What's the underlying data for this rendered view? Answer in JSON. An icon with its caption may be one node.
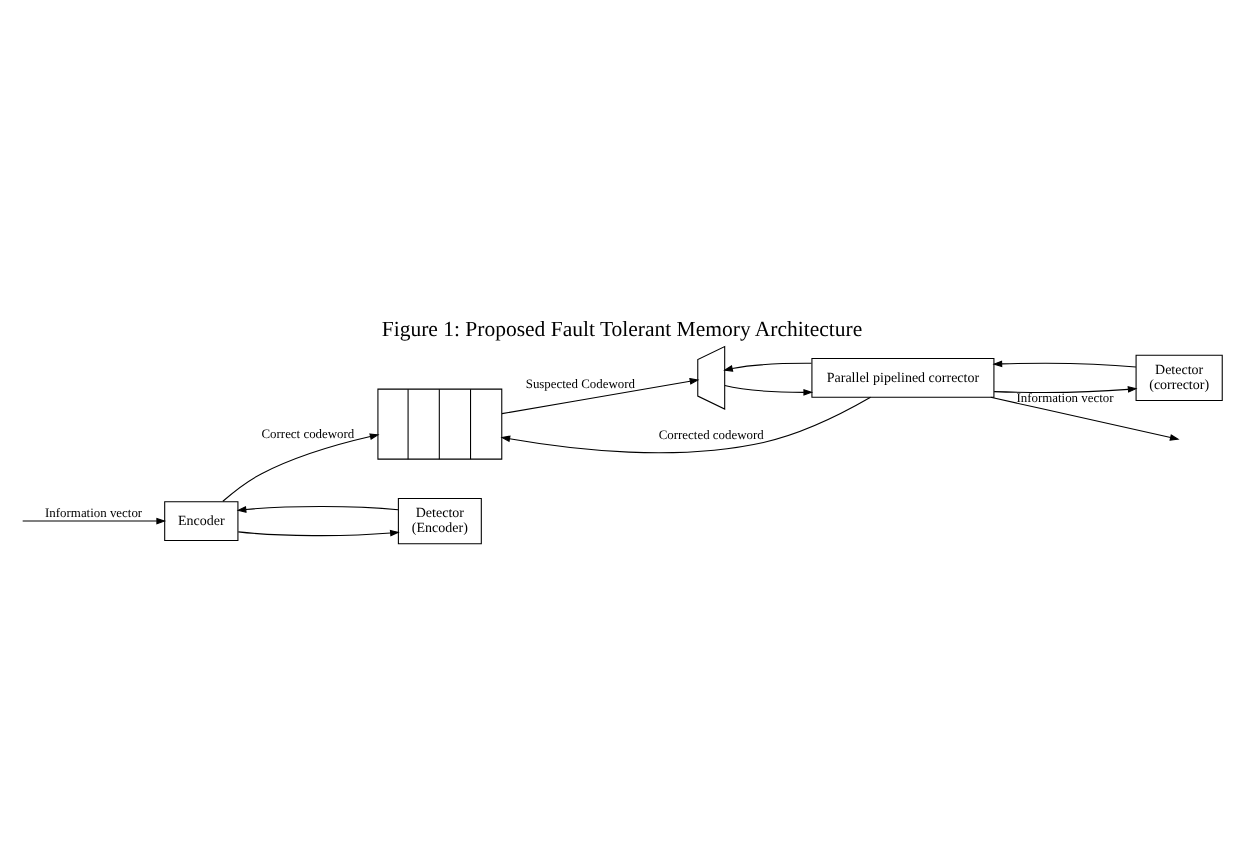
{
  "diagram": {
    "title": "Figure 1: Proposed Fault Tolerant Memory Architecture",
    "nodes": [
      {
        "text": [
          "Encoder"
        ]
      },
      {
        "text": [],
        "shape": "box"
      },
      {
        "text": [],
        "shape": "trapezoid"
      },
      {
        "text": [
          "Parallel pipelined corrector"
        ]
      },
      {
        "text": [
          "Detector",
          "(corrector)"
        ]
      },
      {
        "text": [
          "Detector",
          "(Encoder)"
        ]
      }
    ],
    "edges": [
      {
        "from": null,
        "to": 0,
        "arrow": "to",
        "label": "Information vector"
      },
      {
        "from": 5,
        "to": 0,
        "arrow": "to"
      },
      {
        "from": 0,
        "to": 1,
        "arrow": "to",
        "label": "Correct codeword"
      },
      {
        "from": 0,
        "to": 5,
        "arrow": "to"
      },
      {
        "from": 1,
        "to": 2,
        "arrow": "to",
        "label": "Suspected Codeword"
      },
      {
        "from": 2,
        "to": 3,
        "arrow": "to"
      },
      {
        "from": 3,
        "to": 4,
        "arrow": "to"
      },
      {
        "from": 4,
        "to": 3,
        "arrow": "to"
      },
      {
        "from": 3,
        "to": 2,
        "arrow": "to"
      },
      {
        "from": 3,
        "to": 1,
        "arrow": "to",
        "label": "Corrected codeword"
      },
      {
        "from": 3,
        "to": null,
        "arrow": "to",
        "label": "Information vector"
      }
    ]
  }
}
